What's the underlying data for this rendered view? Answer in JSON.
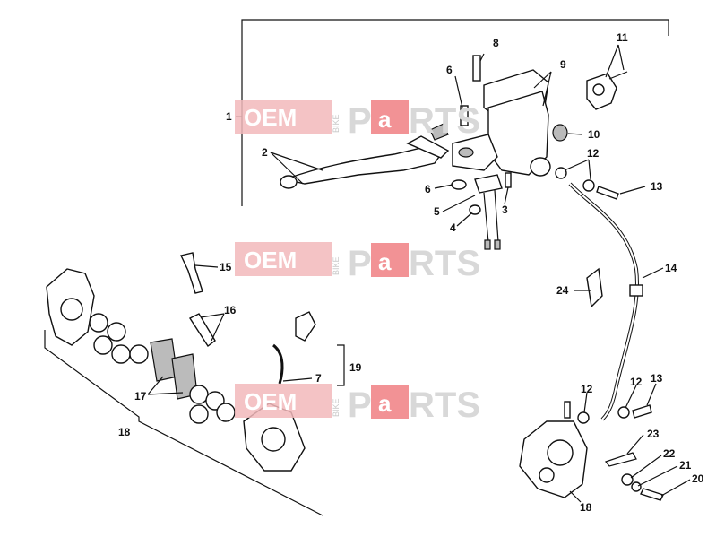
{
  "watermark": {
    "brand_left": "OEM",
    "brand_side": "BIKE",
    "brand_right_a": "P",
    "brand_right_b": "a",
    "brand_right_c": "RTS"
  },
  "callouts": {
    "c1": "1",
    "c2": "2",
    "c3": "3",
    "c4": "4",
    "c5": "5",
    "c6a": "6",
    "c6b": "6",
    "c7": "7",
    "c8": "8",
    "c9": "9",
    "c10": "10",
    "c11": "11",
    "c12a": "12",
    "c12b": "12",
    "c12c": "12",
    "c13a": "13",
    "c13b": "13",
    "c14": "14",
    "c15": "15",
    "c16": "16",
    "c17": "17",
    "c18a": "18",
    "c18b": "18",
    "c19": "19",
    "c20": "20",
    "c21": "21",
    "c22": "22",
    "c23": "23",
    "c24": "24"
  },
  "colors": {
    "ink": "#111111",
    "watermark_pink": "#f2b9bb",
    "watermark_gray": "#d8d8d8"
  }
}
